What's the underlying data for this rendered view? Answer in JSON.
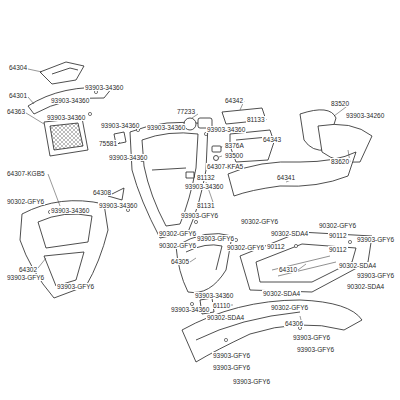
{
  "diagram": {
    "labels": [
      "64304",
      "93903-34360",
      "64301",
      "93903-34360",
      "64363",
      "93903-34360",
      "93903-34360",
      "93903-34360",
      "77233",
      "64342",
      "81133",
      "83520",
      "93903-34260",
      "93903-34360",
      "64343",
      "83620",
      "64341",
      "75581",
      "93903-34360",
      "8376A",
      "93500",
      "64307-KFA5",
      "81132",
      "93903-34360",
      "81131",
      "64307-KGB5",
      "64308",
      "93903-34360",
      "90302-GFY6",
      "93903-34360",
      "64302",
      "93903-GFY6",
      "93903-GFY6",
      "93903-GFY6",
      "90302-GFY6",
      "93903-GFY6",
      "90302-GFY6",
      "64305",
      "90302-GFY6",
      "90302-SDA4",
      "90302-GFY6",
      "90302-GFY6",
      "90112",
      "90112",
      "93903-GFY6",
      "90112",
      "90302-SDA4",
      "93903-GFY6",
      "90302-SDA4",
      "64310",
      "93903-34360",
      "61110",
      "93903-34360",
      "90302-SDA4",
      "90302-GFY6",
      "64306",
      "93903-GFY6",
      "90302-SDA4",
      "93903-GFY6",
      "93903-GFY6",
      "93903-GFY6",
      "93903-GFY6"
    ]
  }
}
